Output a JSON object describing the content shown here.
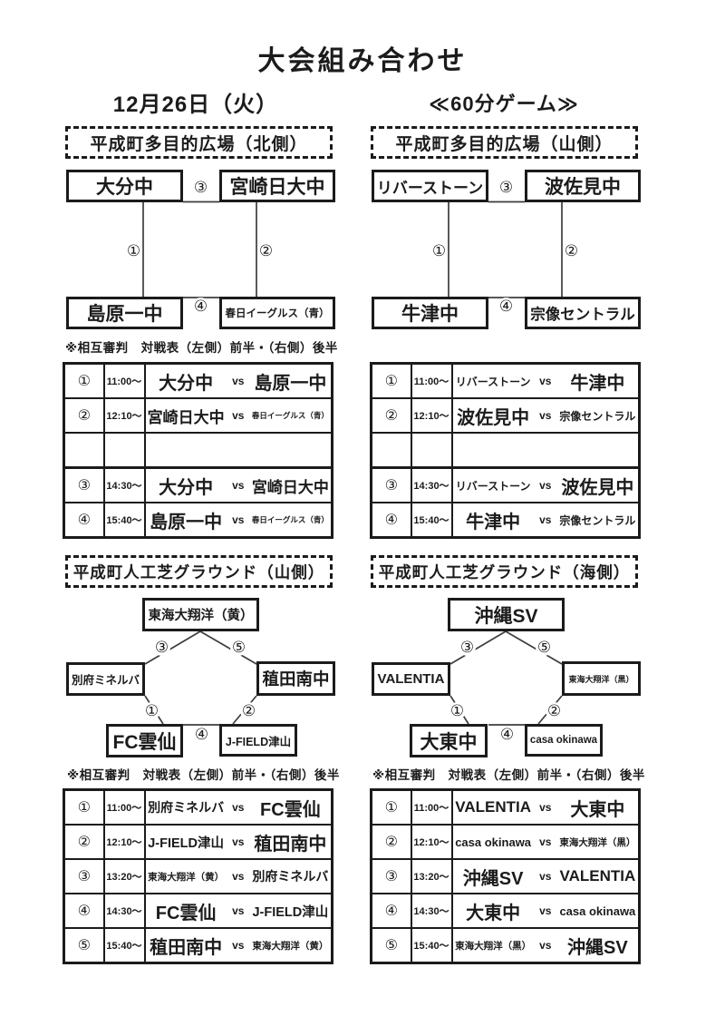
{
  "title": "大会組み合わせ",
  "date_heading": "12月26日（火）",
  "duration_heading": "≪60分ゲーム≫",
  "referee_note": "※相互審判　対戦表（左側）前半・（右側）後半",
  "sections": {
    "top_left": {
      "venue": "平成町多目的広場（北側）",
      "teams": {
        "tl": "大分中",
        "tr": "宮崎日大中",
        "bl": "島原一中",
        "br": "春日イーグルス（青）"
      },
      "nums": {
        "left": "①",
        "right": "②",
        "top": "③",
        "bottom": "④"
      }
    },
    "top_right": {
      "venue": "平成町多目的広場（山側）",
      "teams": {
        "tl": "リバーストーン",
        "tr": "波佐見中",
        "bl": "牛津中",
        "br": "宗像セントラル"
      },
      "nums": {
        "left": "①",
        "right": "②",
        "top": "③",
        "bottom": "④"
      }
    },
    "bottom_left": {
      "venue": "平成町人工芝グラウンド（山側）",
      "teams": {
        "top": "東海大翔洋（黄）",
        "left": "別府ミネルバ",
        "right": "稙田南中",
        "bottom_left": "FC雲仙",
        "bottom_right": "J-FIELD津山"
      },
      "nums": {
        "upper_left": "③",
        "upper_right": "⑤",
        "lower_left": "①",
        "lower_right": "②",
        "bottom": "④"
      }
    },
    "bottom_right": {
      "venue": "平成町人工芝グラウンド（海側）",
      "teams": {
        "top": "沖縄SV",
        "left": "VALENTIA",
        "right": "東海大翔洋（黒）",
        "bottom_left": "大東中",
        "bottom_right": "casa okinawa"
      },
      "nums": {
        "upper_left": "③",
        "upper_right": "⑤",
        "lower_left": "①",
        "lower_right": "②",
        "bottom": "④"
      }
    }
  },
  "schedules": {
    "top_left": {
      "rows": [
        {
          "no": "①",
          "time": "11:00～",
          "home": "大分中",
          "vs": "vs",
          "away": "島原一中"
        },
        {
          "no": "②",
          "time": "12:10～",
          "home": "宮崎日大中",
          "vs": "vs",
          "away": "春日イーグルス（青）"
        },
        {
          "no": "",
          "time": "",
          "home": "",
          "vs": "",
          "away": ""
        },
        {
          "no": "③",
          "time": "14:30～",
          "home": "大分中",
          "vs": "vs",
          "away": "宮崎日大中"
        },
        {
          "no": "④",
          "time": "15:40～",
          "home": "島原一中",
          "vs": "vs",
          "away": "春日イーグルス（青）"
        }
      ]
    },
    "top_right": {
      "rows": [
        {
          "no": "①",
          "time": "11:00～",
          "home": "リバーストーン",
          "vs": "vs",
          "away": "牛津中"
        },
        {
          "no": "②",
          "time": "12:10～",
          "home": "波佐見中",
          "vs": "vs",
          "away": "宗像セントラル"
        },
        {
          "no": "",
          "time": "",
          "home": "",
          "vs": "",
          "away": ""
        },
        {
          "no": "③",
          "time": "14:30～",
          "home": "リバーストーン",
          "vs": "vs",
          "away": "波佐見中"
        },
        {
          "no": "④",
          "time": "15:40～",
          "home": "牛津中",
          "vs": "vs",
          "away": "宗像セントラル"
        }
      ]
    },
    "bottom_left": {
      "rows": [
        {
          "no": "①",
          "time": "11:00～",
          "home": "別府ミネルバ",
          "vs": "vs",
          "away": "FC雲仙"
        },
        {
          "no": "②",
          "time": "12:10～",
          "home": "J-FIELD津山",
          "vs": "vs",
          "away": "稙田南中"
        },
        {
          "no": "③",
          "time": "13:20～",
          "home": "東海大翔洋（黄）",
          "vs": "vs",
          "away": "別府ミネルバ"
        },
        {
          "no": "④",
          "time": "14:30～",
          "home": "FC雲仙",
          "vs": "vs",
          "away": "J-FIELD津山"
        },
        {
          "no": "⑤",
          "time": "15:40～",
          "home": "稙田南中",
          "vs": "vs",
          "away": "東海大翔洋（黄）"
        }
      ]
    },
    "bottom_right": {
      "rows": [
        {
          "no": "①",
          "time": "11:00～",
          "home": "VALENTIA",
          "vs": "vs",
          "away": "大東中"
        },
        {
          "no": "②",
          "time": "12:10～",
          "home": "casa okinawa",
          "vs": "vs",
          "away": "東海大翔洋（黒）"
        },
        {
          "no": "③",
          "time": "13:20～",
          "home": "沖縄SV",
          "vs": "vs",
          "away": "VALENTIA"
        },
        {
          "no": "④",
          "time": "14:30～",
          "home": "大東中",
          "vs": "vs",
          "away": "casa okinawa"
        },
        {
          "no": "⑤",
          "time": "15:40～",
          "home": "東海大翔洋（黒）",
          "vs": "vs",
          "away": "沖縄SV"
        }
      ]
    }
  }
}
